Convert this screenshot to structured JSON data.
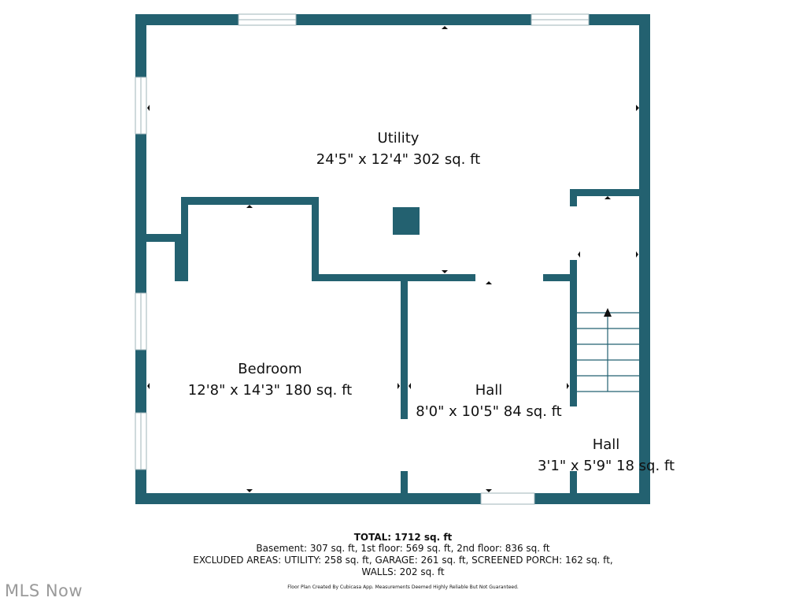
{
  "rooms": {
    "utility": {
      "name": "Utility",
      "dims": "24'5\" x 12'4\" 302 sq. ft"
    },
    "bedroom": {
      "name": "Bedroom",
      "dims": "12'8\" x 14'3\" 180 sq. ft"
    },
    "hall_center": {
      "name": "Hall",
      "dims": "8'0\" x 10'5\" 84 sq. ft"
    },
    "hall_right": {
      "name": "Hall",
      "dims": "3'1\" x 5'9\" 18 sq. ft"
    }
  },
  "summary": {
    "total": "TOTAL: 1712 sq. ft",
    "line1": "Basement: 307 sq. ft, 1st floor: 569 sq. ft, 2nd floor: 836 sq. ft",
    "line2": "EXCLUDED AREAS: UTILITY: 258 sq. ft, GARAGE: 261 sq. ft, SCREENED PORCH: 162 sq. ft,",
    "line3": "WALLS: 202 sq. ft",
    "credit": "Floor Plan Created By Cubicasa App. Measurements Deemed Highly Reliable But Not Guaranteed."
  },
  "watermark": "MLS Now",
  "colors": {
    "wall": "#236170",
    "window_frame": "#9fb4ba"
  }
}
